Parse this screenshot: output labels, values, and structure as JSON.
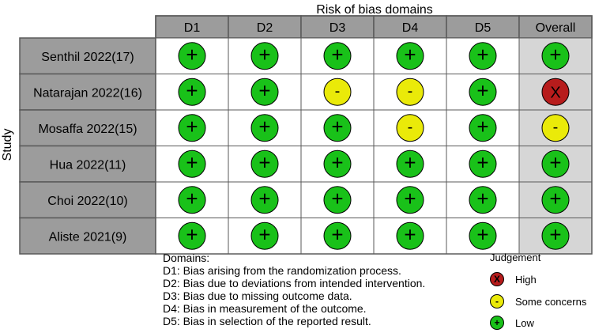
{
  "chart_data": {
    "type": "table",
    "title": "Risk of bias domains",
    "ylabel": "Study",
    "columns": [
      "D1",
      "D2",
      "D3",
      "D4",
      "D5",
      "Overall"
    ],
    "studies": [
      "Senthil 2022(17)",
      "Natarajan 2022(16)",
      "Mosaffa 2022(15)",
      "Hua 2022(11)",
      "Choi 2022(10)",
      "Aliste 2021(9)"
    ],
    "judgements": [
      [
        "low",
        "low",
        "low",
        "low",
        "low",
        "low"
      ],
      [
        "low",
        "low",
        "some",
        "some",
        "low",
        "high"
      ],
      [
        "low",
        "low",
        "low",
        "some",
        "low",
        "some"
      ],
      [
        "low",
        "low",
        "low",
        "low",
        "low",
        "low"
      ],
      [
        "low",
        "low",
        "low",
        "low",
        "low",
        "low"
      ],
      [
        "low",
        "low",
        "low",
        "low",
        "low",
        "low"
      ]
    ],
    "symbols": {
      "low": "+",
      "some": "-",
      "high": "X"
    },
    "colors": {
      "low": "#19c119",
      "some": "#eaea09",
      "high": "#b71c1c",
      "header": "#9c9c9c",
      "study_cell": "#9c9c9c",
      "overall_cell": "#d6d6d6",
      "grid_line": "#5a5a5a"
    }
  },
  "domains_legend": {
    "heading": "Domains:",
    "items": [
      "D1: Bias arising from the randomization process.",
      "D2: Bias due to deviations from intended intervention.",
      "D3: Bias due to missing outcome data.",
      "D4: Bias in measurement of the outcome.",
      "D5: Bias in selection of the reported result."
    ]
  },
  "judgement_legend": {
    "title": "Judgement",
    "items": [
      {
        "key": "high",
        "symbol": "X",
        "label": "High"
      },
      {
        "key": "some",
        "symbol": "-",
        "label": "Some concerns"
      },
      {
        "key": "low",
        "symbol": "+",
        "label": "Low"
      }
    ]
  }
}
